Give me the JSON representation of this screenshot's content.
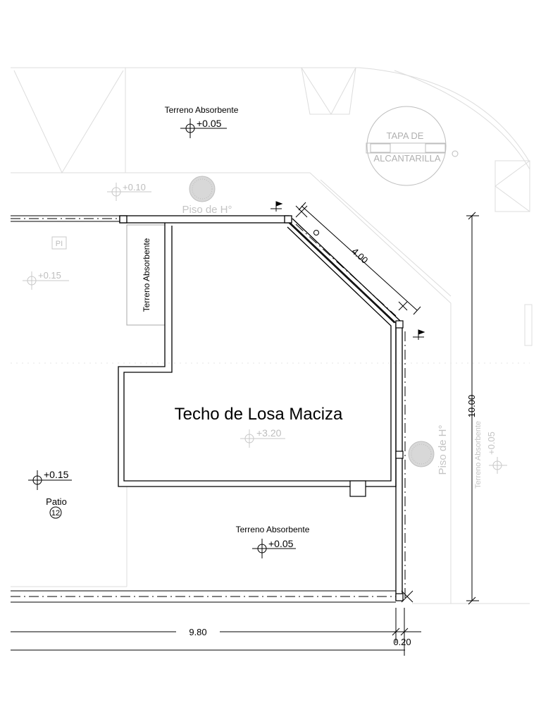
{
  "roof": {
    "title": "Techo de Losa Maciza",
    "level": "+3.20"
  },
  "areas": {
    "terreno_top": "Terreno Absorbente",
    "terreno_top_level": "+0.05",
    "terreno_bottom": "Terreno Absorbente",
    "terreno_bottom_level": "+0.05",
    "terreno_vertical": "Terreno Absorbente",
    "terreno_right": "Terreno Absorbente",
    "terreno_right_level": "+0.05",
    "patio_label": "Patio",
    "patio_number": "12",
    "patio_level": "+0.15",
    "left_level": "+0.15",
    "upper_level": "+0.10",
    "pi_label": "PI",
    "piso_top": "Piso de H°",
    "piso_right": "Piso de H°",
    "tapa_line1": "TAPA DE",
    "tapa_line2": "ALCANTARILLA"
  },
  "dimensions": {
    "diagonal": "4.00",
    "vertical": "10.00",
    "horizontal": "9.80",
    "small": "0.20"
  }
}
